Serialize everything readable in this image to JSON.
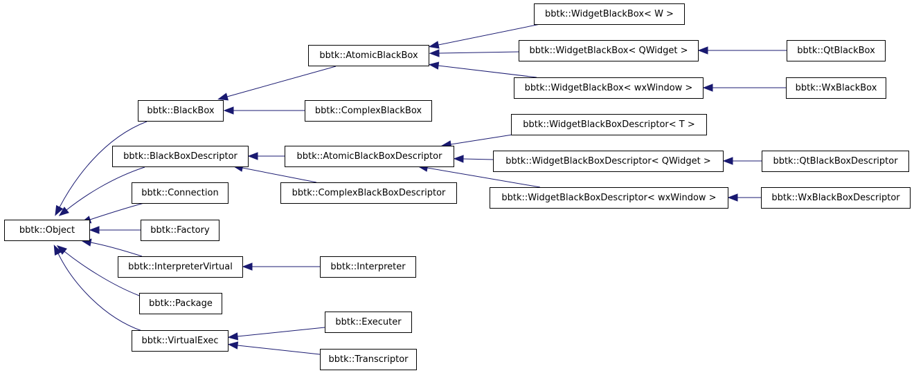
{
  "diagram": {
    "type": "class-inheritance-graph",
    "nodes": {
      "object": "bbtk::Object",
      "blackbox": "bbtk::BlackBox",
      "atomic_blackbox": "bbtk::AtomicBlackBox",
      "complex_blackbox": "bbtk::ComplexBlackBox",
      "widget_bb_w": "bbtk::WidgetBlackBox< W >",
      "widget_bb_qwidget": "bbtk::WidgetBlackBox< QWidget >",
      "widget_bb_wxwindow": "bbtk::WidgetBlackBox< wxWindow >",
      "qt_blackbox": "bbtk::QtBlackBox",
      "wx_blackbox": "bbtk::WxBlackBox",
      "bb_descriptor": "bbtk::BlackBoxDescriptor",
      "atomic_bb_descriptor": "bbtk::AtomicBlackBoxDescriptor",
      "complex_bb_descriptor": "bbtk::ComplexBlackBoxDescriptor",
      "widget_bbd_t": "bbtk::WidgetBlackBoxDescriptor< T >",
      "widget_bbd_qwidget": "bbtk::WidgetBlackBoxDescriptor< QWidget >",
      "widget_bbd_wxwindow": "bbtk::WidgetBlackBoxDescriptor< wxWindow >",
      "qt_bb_descriptor": "bbtk::QtBlackBoxDescriptor",
      "wx_bb_descriptor": "bbtk::WxBlackBoxDescriptor",
      "connection": "bbtk::Connection",
      "factory": "bbtk::Factory",
      "interpreter_virtual": "bbtk::InterpreterVirtual",
      "interpreter": "bbtk::Interpreter",
      "package": "bbtk::Package",
      "virtual_exec": "bbtk::VirtualExec",
      "executer": "bbtk::Executer",
      "transcriptor": "bbtk::Transcriptor"
    },
    "edges": [
      [
        "blackbox",
        "object"
      ],
      [
        "bb_descriptor",
        "object"
      ],
      [
        "connection",
        "object"
      ],
      [
        "factory",
        "object"
      ],
      [
        "interpreter_virtual",
        "object"
      ],
      [
        "package",
        "object"
      ],
      [
        "virtual_exec",
        "object"
      ],
      [
        "atomic_blackbox",
        "blackbox"
      ],
      [
        "complex_blackbox",
        "blackbox"
      ],
      [
        "widget_bb_w",
        "atomic_blackbox"
      ],
      [
        "widget_bb_qwidget",
        "atomic_blackbox"
      ],
      [
        "widget_bb_wxwindow",
        "atomic_blackbox"
      ],
      [
        "qt_blackbox",
        "widget_bb_qwidget"
      ],
      [
        "wx_blackbox",
        "widget_bb_wxwindow"
      ],
      [
        "atomic_bb_descriptor",
        "bb_descriptor"
      ],
      [
        "complex_bb_descriptor",
        "bb_descriptor"
      ],
      [
        "widget_bbd_t",
        "atomic_bb_descriptor"
      ],
      [
        "widget_bbd_qwidget",
        "atomic_bb_descriptor"
      ],
      [
        "widget_bbd_wxwindow",
        "atomic_bb_descriptor"
      ],
      [
        "qt_bb_descriptor",
        "widget_bbd_qwidget"
      ],
      [
        "wx_bb_descriptor",
        "widget_bbd_wxwindow"
      ],
      [
        "interpreter",
        "interpreter_virtual"
      ],
      [
        "executer",
        "virtual_exec"
      ],
      [
        "transcriptor",
        "virtual_exec"
      ]
    ],
    "colors": {
      "edge": "#191970",
      "node_border": "#000000",
      "node_fill": "#ffffff",
      "background": "#ffffff"
    }
  }
}
